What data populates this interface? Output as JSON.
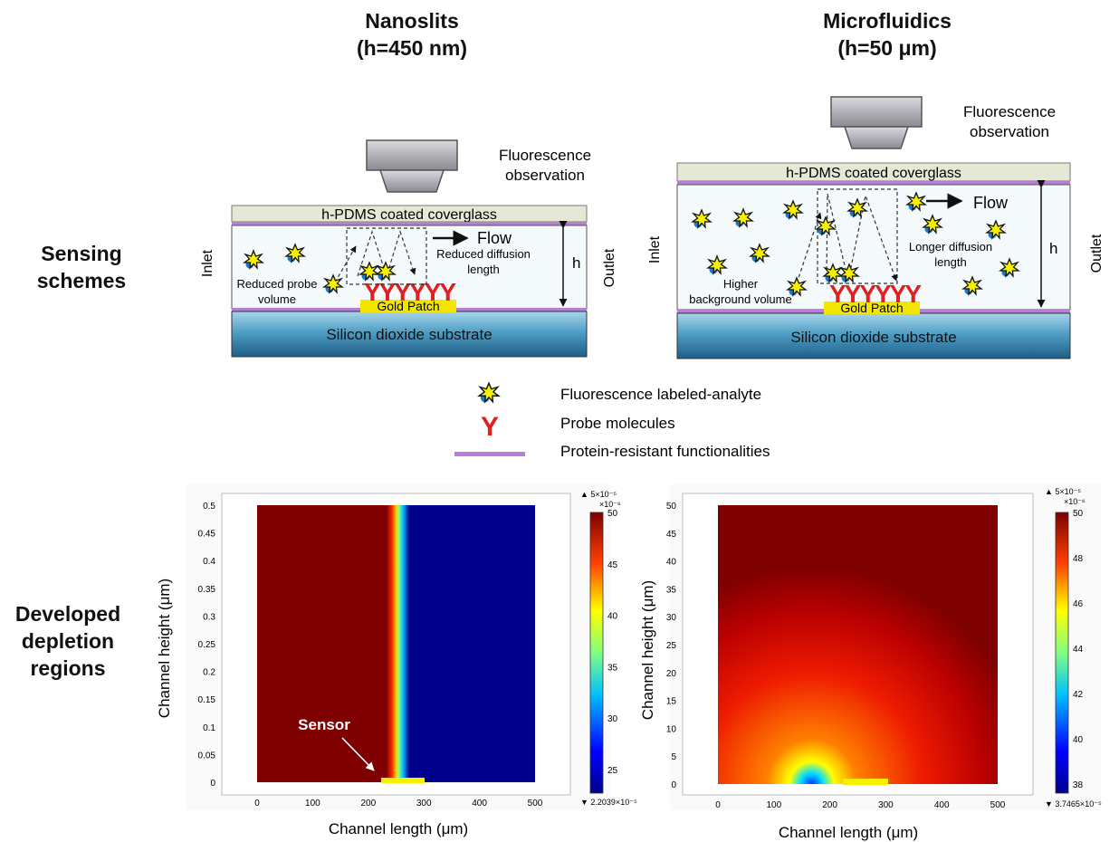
{
  "headers": {
    "left_line1": "Nanoslits",
    "left_line2": "(h=450 nm)",
    "right_line1": "Microfluidics",
    "right_line2": "(h=50 μm)"
  },
  "row_labels": {
    "sensing_line1": "Sensing",
    "sensing_line2": "schemes",
    "depletion_line1": "Developed",
    "depletion_line2": "depletion",
    "depletion_line3": "regions"
  },
  "schemes": {
    "left": {
      "objective_label_line1": "Fluorescence",
      "objective_label_line2": "observation",
      "coverglass": "h-PDMS coated coverglass",
      "substrate": "Silicon dioxide substrate",
      "gold": "Gold Patch",
      "inlet": "Inlet",
      "outlet": "Outlet",
      "flow": "Flow",
      "h": "h",
      "note_a_line1": "Reduced probe",
      "note_a_line2": "volume",
      "note_b_line1": "Reduced diffusion",
      "note_b_line2": "length",
      "probes": "YYYYYY"
    },
    "right": {
      "objective_label_line1": "Fluorescence",
      "objective_label_line2": "observation",
      "coverglass": "h-PDMS coated coverglass",
      "substrate": "Silicon dioxide substrate",
      "gold": "Gold Patch",
      "inlet": "Inlet",
      "outlet": "Outlet",
      "flow": "Flow",
      "h": "h",
      "note_a_line1": "Higher",
      "note_a_line2": "background volume",
      "note_b_line1": "Longer diffusion",
      "note_b_line2": "length",
      "probes": "YYYYYY"
    }
  },
  "legend": {
    "analyte": "Fluorescence labeled-analyte",
    "probe_symbol": "Y",
    "probe": "Probe molecules",
    "protein": "Protein-resistant functionalities"
  },
  "plots": {
    "left": {
      "xlabel": "Channel length (μm)",
      "ylabel": "Channel height (μm)",
      "xticks": [
        "0",
        "100",
        "200",
        "300",
        "400",
        "500"
      ],
      "yticks": [
        "0",
        "0.05",
        "0.1",
        "0.15",
        "0.2",
        "0.25",
        "0.3",
        "0.35",
        "0.4",
        "0.45",
        "0.5"
      ],
      "sensor_label": "Sensor",
      "cbar_max": "▲ 5×10⁻⁵",
      "cbar_scale": "×10⁻⁶",
      "cbar_ticks": [
        "50",
        "45",
        "40",
        "35",
        "30",
        "25"
      ],
      "cbar_min": "▼ 2.2039×10⁻⁵"
    },
    "right": {
      "xlabel": "Channel length (μm)",
      "ylabel": "Channel height (μm)",
      "xticks": [
        "0",
        "100",
        "200",
        "300",
        "400",
        "500"
      ],
      "yticks": [
        "0",
        "5",
        "10",
        "15",
        "20",
        "25",
        "30",
        "35",
        "40",
        "45",
        "50"
      ],
      "cbar_max": "▲ 5×10⁻⁵",
      "cbar_scale": "×10⁻⁶",
      "cbar_ticks": [
        "50",
        "48",
        "46",
        "44",
        "42",
        "40",
        "38"
      ],
      "cbar_min": "▼ 3.7465×10⁻⁵"
    }
  },
  "colors": {
    "jet_high": "#7f0000",
    "jet_low": "#00008b",
    "probe_red": "#e02020",
    "protein_purple": "#b57fd6",
    "gold": "#f2e600",
    "coverglass": "#e6e8d6",
    "channel": "#f4fafc"
  }
}
